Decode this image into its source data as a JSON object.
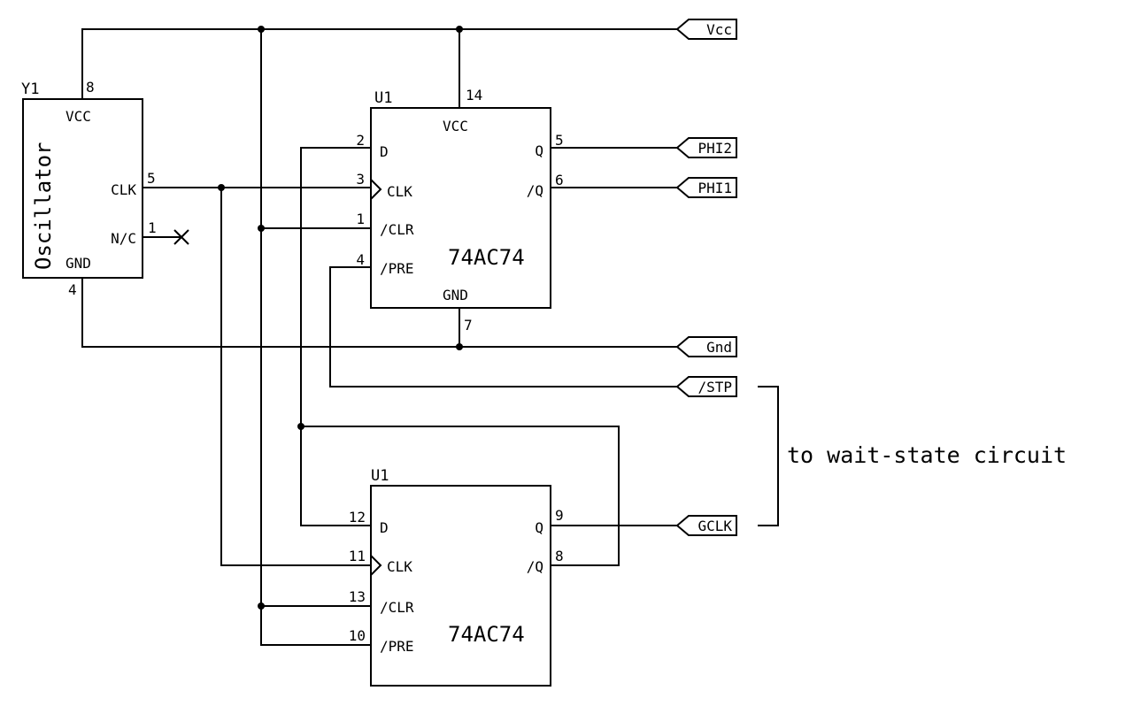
{
  "schematic": {
    "oscillator": {
      "ref": "Y1",
      "name": "Oscillator",
      "pins": {
        "vcc": {
          "label": "VCC",
          "number": "8"
        },
        "clk": {
          "label": "CLK",
          "number": "5"
        },
        "nc": {
          "label": "N/C",
          "number": "1"
        },
        "gnd": {
          "label": "GND",
          "number": "4"
        }
      }
    },
    "flipflop_a": {
      "ref": "U1",
      "part": "74AC74",
      "pins": {
        "vcc": {
          "label": "VCC",
          "number": "14"
        },
        "d": {
          "label": "D",
          "number": "2"
        },
        "clk": {
          "label": "CLK",
          "number": "3"
        },
        "clr": {
          "label": "/CLR",
          "number": "1"
        },
        "pre": {
          "label": "/PRE",
          "number": "4"
        },
        "gnd": {
          "label": "GND",
          "number": "7"
        },
        "q": {
          "label": "Q",
          "number": "5"
        },
        "nq": {
          "label": "/Q",
          "number": "6"
        }
      }
    },
    "flipflop_b": {
      "ref": "U1",
      "part": "74AC74",
      "pins": {
        "d": {
          "label": "D",
          "number": "12"
        },
        "clk": {
          "label": "CLK",
          "number": "11"
        },
        "clr": {
          "label": "/CLR",
          "number": "13"
        },
        "pre": {
          "label": "/PRE",
          "number": "10"
        },
        "q": {
          "label": "Q",
          "number": "9"
        },
        "nq": {
          "label": "/Q",
          "number": "8"
        }
      }
    },
    "net_labels": {
      "vcc": "Vcc",
      "phi2": "PHI2",
      "phi1": "PHI1",
      "gnd": "Gnd",
      "stp": "/STP",
      "gclk": "GCLK"
    },
    "annotation": "to wait-state circuit"
  }
}
